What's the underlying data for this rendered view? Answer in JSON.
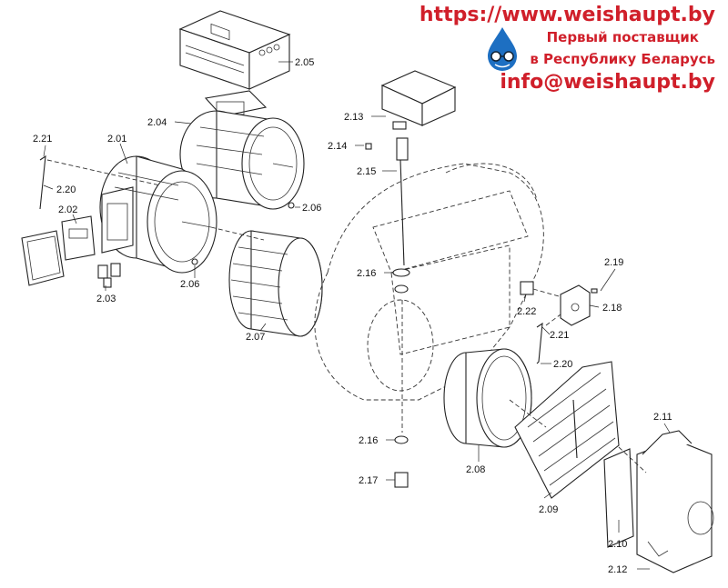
{
  "header": {
    "url": "https://www.weishaupt.by",
    "line1": "Первый поставщик",
    "line2": "в Республику Беларусь",
    "email": "info@weishaupt.by",
    "brand_color": "#d01f2a",
    "logo_icon": "water-drop-face-icon"
  },
  "labels": {
    "l_201": "2.01",
    "l_202": "2.02",
    "l_203": "2.03",
    "l_204": "2.04",
    "l_205": "2.05",
    "l_206a": "2.06",
    "l_206b": "2.06",
    "l_207": "2.07",
    "l_208": "2.08",
    "l_209": "2.09",
    "l_210": "2.10",
    "l_211": "2.11",
    "l_212": "2.12",
    "l_213": "2.13",
    "l_214": "2.14",
    "l_215": "2.15",
    "l_216a": "2.16",
    "l_216b": "2.16",
    "l_217": "2.17",
    "l_218": "2.18",
    "l_219": "2.19",
    "l_220a": "2.20",
    "l_220b": "2.20",
    "l_221a": "2.21",
    "l_221b": "2.21",
    "l_222": "2.22"
  }
}
